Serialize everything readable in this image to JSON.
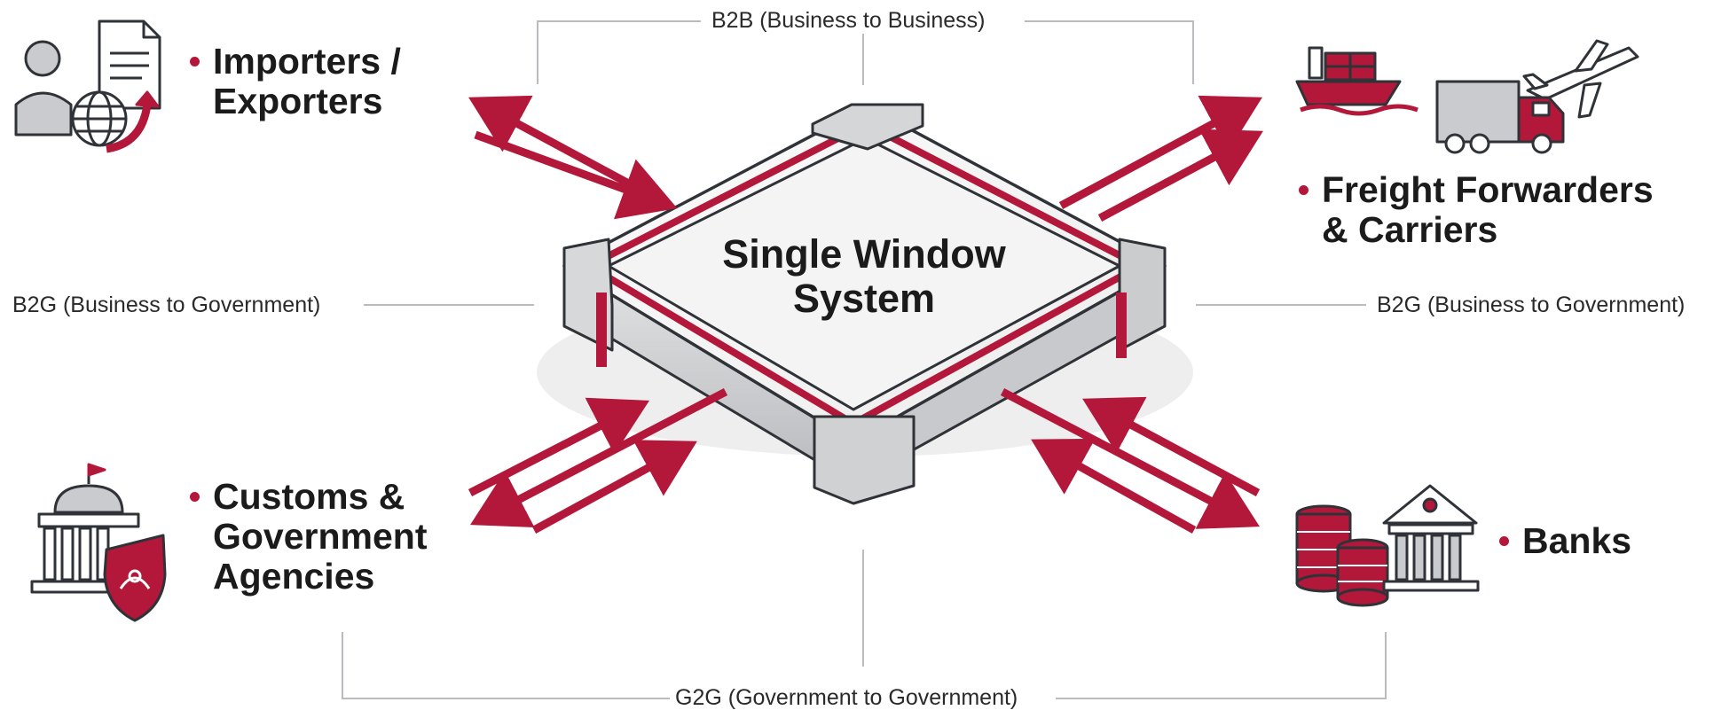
{
  "center": {
    "line1": "Single Window",
    "line2": "System"
  },
  "stakeholders": {
    "importers": {
      "line1": "Importers /",
      "line2": "Exporters",
      "icon": "importer-exporter-icon"
    },
    "freight": {
      "line1": "Freight Forwarders",
      "line2": "& Carriers",
      "icon": "ship-truck-plane-icon"
    },
    "customs": {
      "line1": "Customs &",
      "line2": "Government",
      "line3": "Agencies",
      "icon": "government-building-shield-icon"
    },
    "banks": {
      "line1": "Banks",
      "icon": "coins-bank-icon"
    }
  },
  "relations": {
    "b2b": "B2B (Business to Business)",
    "b2g_left": "B2G (Business to Government)",
    "b2g_right": "B2G (Business to Government)",
    "g2g": "G2G (Government to Government)"
  },
  "colors": {
    "accent": "#b3173a",
    "outline": "#2f3338",
    "gray": "#c9cbce"
  }
}
